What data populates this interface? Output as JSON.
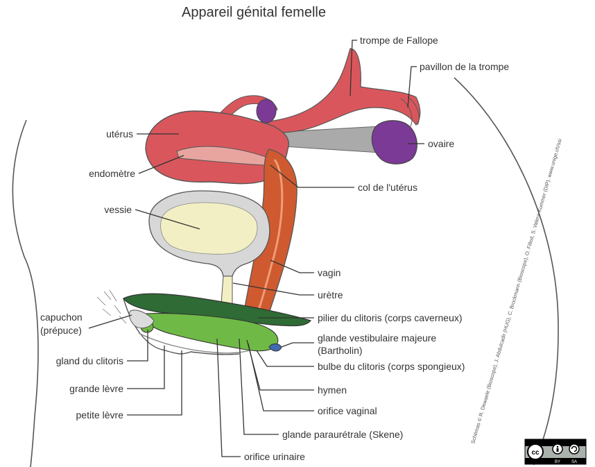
{
  "title": "Appareil génital femelle",
  "labels": {
    "trompe": "trompe de Fallope",
    "pavillon": "pavillon de la trompe",
    "uterus": "utérus",
    "ovaire": "ovaire",
    "endometre": "endomètre",
    "col": "col de l'utérus",
    "vessie": "vessie",
    "vagin": "vagin",
    "uretre": "urètre",
    "capuchon_1": "capuchon",
    "capuchon_2": "(prépuce)",
    "pilier": "pilier du clitoris (corps caverneux)",
    "glande_vest_1": "glande vestibulaire majeure",
    "glande_vest_2": "(Bartholin)",
    "gland": "gland du clitoris",
    "bulbe": "bulbe du clitoris (corps spongieux)",
    "grande_levre": "grande lèvre",
    "hymen": "hymen",
    "orifice_vaginal": "orifice vaginal",
    "petite_levre": "petite lèvre",
    "skene": "glande paraurétrale (Skene)",
    "orifice_urinaire": "orifice urinaire"
  },
  "credit_line_1": "Schémas © R. Dewaele (Bioscope), J. Abdulcadir (HUG), C. Brockmann (Bioscope), O. Fillod, S. Valera-Kummer (DIP). www.unige.ch/ssi",
  "license": {
    "by": "BY",
    "sa": "SA"
  },
  "colors": {
    "uterus": "#d9575c",
    "endometrium": "#e8a5a0",
    "ovary": "#7a3a96",
    "vagina": "#cf5a2f",
    "bladder_wall": "#d7d7d7",
    "bladder_inner": "#f2efc4",
    "clitoris_dark": "#2f6b35",
    "clitoris_light": "#6fba46",
    "bartholin": "#3f6bb3",
    "ligament": "#9aa0a0"
  }
}
